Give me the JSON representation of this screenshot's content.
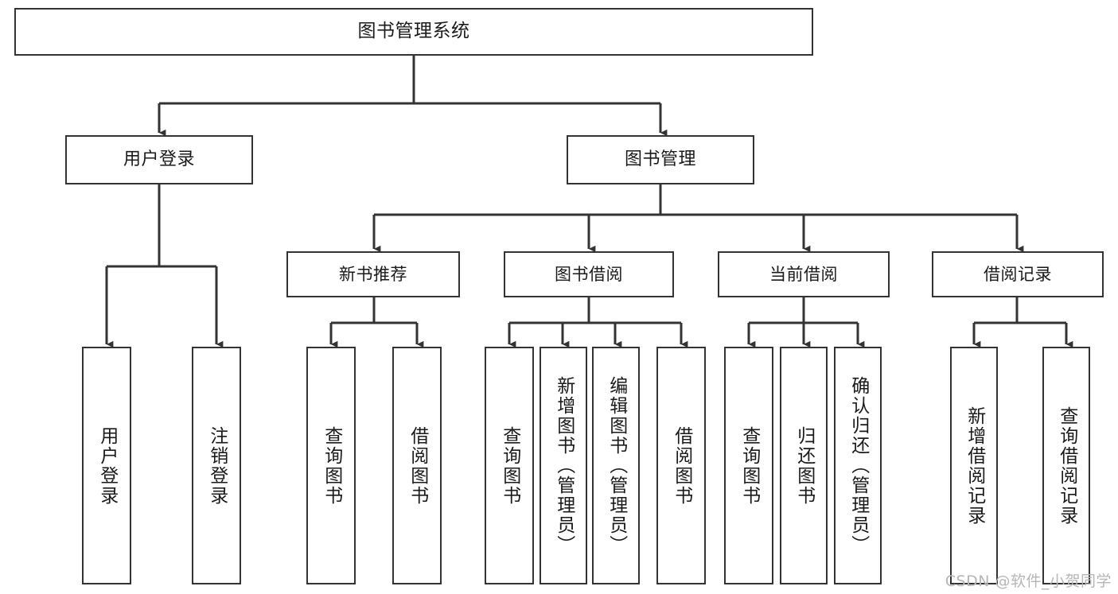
{
  "diagram": {
    "title": "图书管理系统",
    "type": "tree-hierarchy",
    "colors": {
      "border": "#333333",
      "background": "#ffffff",
      "text": "#1a1a1a",
      "watermark": "#b6b6b6"
    },
    "root": {
      "label": "图书管理系统"
    },
    "level1": [
      {
        "label": "用户登录"
      },
      {
        "label": "图书管理"
      }
    ],
    "level2": [
      {
        "label": "新书推荐"
      },
      {
        "label": "图书借阅"
      },
      {
        "label": "当前借阅"
      },
      {
        "label": "借阅记录"
      }
    ],
    "leaves": {
      "user_login": [
        {
          "label": "用户登录"
        },
        {
          "label": "注销登录"
        }
      ],
      "new_book_recommend": [
        {
          "label": "查询图书"
        },
        {
          "label": "借阅图书"
        }
      ],
      "book_borrow": [
        {
          "label": "查询图书"
        },
        {
          "label": "新增图书（管理员）"
        },
        {
          "label": "编辑图书（管理员）"
        },
        {
          "label": "借阅图书"
        }
      ],
      "current_borrow": [
        {
          "label": "查询图书"
        },
        {
          "label": "归还图书"
        },
        {
          "label": "确认归还（管理员）"
        }
      ],
      "borrow_record": [
        {
          "label": "新增借阅记录"
        },
        {
          "label": "查询借阅记录"
        }
      ]
    }
  },
  "watermark": {
    "text": "CSDN @软件_小贺同学"
  }
}
